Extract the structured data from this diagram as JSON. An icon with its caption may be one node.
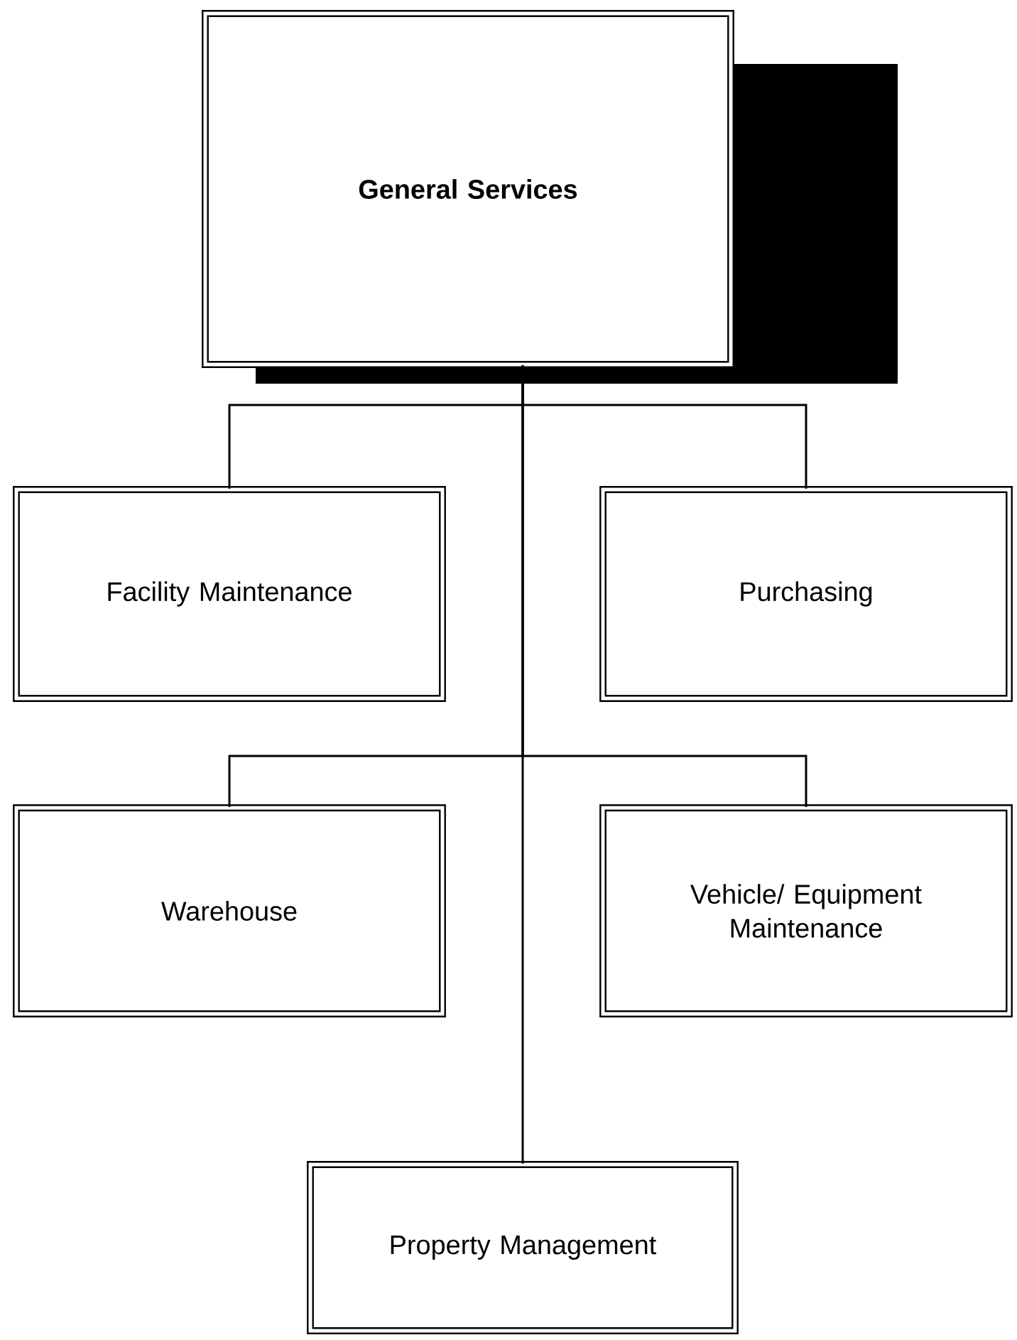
{
  "diagram": {
    "nodes": [
      {
        "text": [
          "General Services"
        ]
      },
      {
        "text": [
          "Facility Maintenance"
        ]
      },
      {
        "text": [
          "Purchasing"
        ]
      },
      {
        "text": [
          "Warehouse"
        ]
      },
      {
        "text": [
          "Vehicle/ Equipment Maintenance"
        ]
      },
      {
        "text": [
          "Property Management"
        ]
      }
    ],
    "edges": [
      {
        "from": 0,
        "to": 1,
        "arrow": "none"
      },
      {
        "from": 0,
        "to": 2,
        "arrow": "none"
      },
      {
        "from": 0,
        "to": 3,
        "arrow": "none"
      },
      {
        "from": 0,
        "to": 4,
        "arrow": "none"
      },
      {
        "from": 0,
        "to": 5,
        "arrow": "none"
      }
    ]
  }
}
